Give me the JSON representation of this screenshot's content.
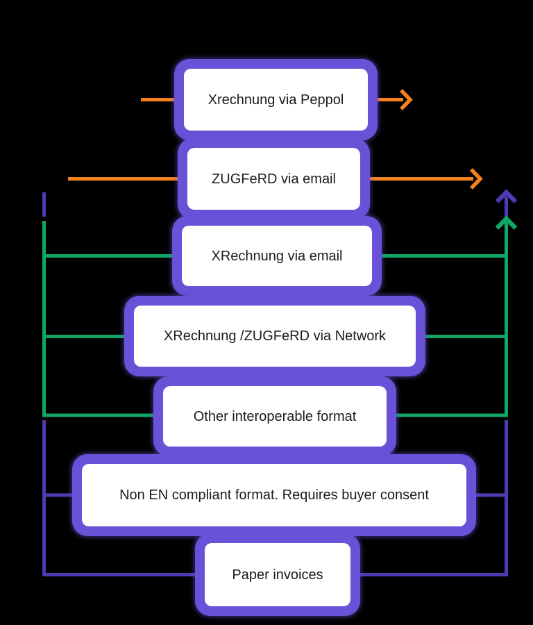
{
  "diagram": {
    "boxes": [
      {
        "label": "Xrechnung via Peppol",
        "flow": "orange-passthrough"
      },
      {
        "label": "ZUGFeRD via email",
        "flow": "orange-passthrough"
      },
      {
        "label": "XRechnung via email",
        "flow": "green-bus"
      },
      {
        "label": "XRechnung /ZUGFeRD via Network",
        "flow": "green-bus"
      },
      {
        "label": "Other interoperable format",
        "flow": "green-bus"
      },
      {
        "label": "Non EN compliant format. Requires buyer consent",
        "flow": "purple-bus"
      },
      {
        "label": "Paper invoices",
        "flow": "purple-bus"
      }
    ],
    "connectors": {
      "orange_arrows": "horizontal pass-through arrows pointing right on rows 1-2",
      "green_bus": "left and right vertical buses joining rows 3-5, right bus ends in up arrow",
      "purple_bus": "left and right vertical buses joining rows 6-7, right bus ends in up arrow above green arrow"
    },
    "colors": {
      "background": "#000000",
      "box_border": "#6952D8",
      "box_fill": "#FFFFFF",
      "text": "#1B1B1B",
      "orange_arrow": "#F6821F",
      "green_line": "#0FA763",
      "purple_line": "#4E3BB4"
    }
  }
}
